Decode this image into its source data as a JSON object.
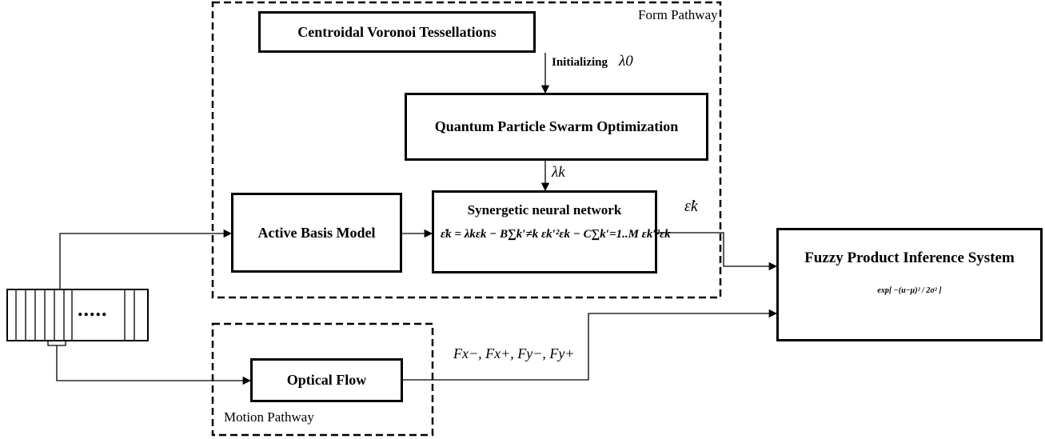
{
  "groups": {
    "form_label": "Form Pathway",
    "motion_label": "Motion Pathway"
  },
  "boxes": {
    "cvt": "Centroidal Voronoi Tessellations",
    "qpso": "Quantum Particle Swarm Optimization",
    "abm": "Active Basis Model",
    "optical": "Optical Flow",
    "sn_title": "Synergetic neural network",
    "sn_equation": "ε̇k = λkεk − B∑k′≠k εk′²εk − C∑k′=1..M εk′²εk",
    "fuzzy_title": "Fuzzy Product Inference System",
    "fuzzy_equation": "exp[ −(u−μ)² / 2σ² ]"
  },
  "labels": {
    "init_text": "Initializing",
    "lambda0": "λ0",
    "lambdak": "λk",
    "eps_dot": "ε̇k",
    "flow_features": "Fx−, Fx+, Fy−, Fy+"
  },
  "frames": {
    "dots": "....."
  }
}
